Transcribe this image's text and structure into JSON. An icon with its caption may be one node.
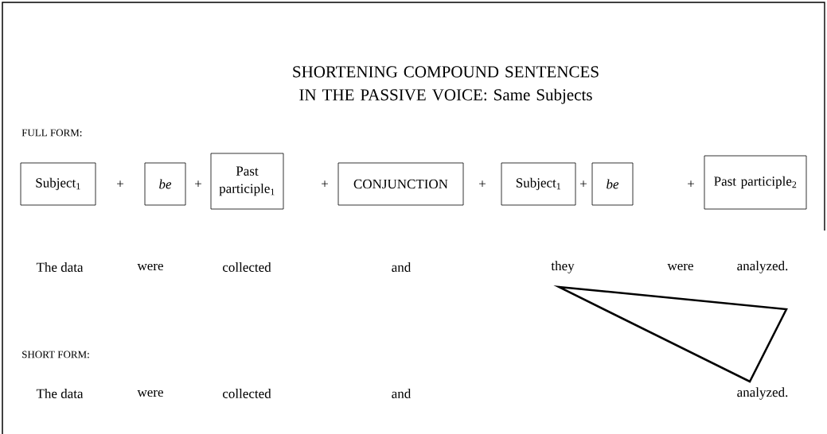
{
  "diagram": {
    "title": "SHORTENING COMPOUND SENTENCES IN THE PASSIVE VOICE: Same Subjects",
    "nodes": [
      {
        "text": [
          "Subject$_{1}$"
        ]
      },
      {
        "text": [
          "be"
        ]
      },
      {
        "text": [
          "Past participle$_{1}$"
        ]
      },
      {
        "text": [
          "CONJUNCTION"
        ]
      },
      {
        "text": [
          "Subject$_{1}$"
        ]
      },
      {
        "text": [
          "be"
        ]
      },
      {
        "text": [
          "Past participle$_{2}$"
        ]
      }
    ],
    "labels": [
      "FULL FORM:",
      "+",
      "+",
      "+",
      "+",
      "+",
      "+",
      "The data",
      "were",
      "collected",
      "and",
      "they",
      "were",
      "analyzed.",
      "SHORT FORM:",
      "The data",
      "were",
      "collected",
      "and",
      "analyzed."
    ]
  }
}
